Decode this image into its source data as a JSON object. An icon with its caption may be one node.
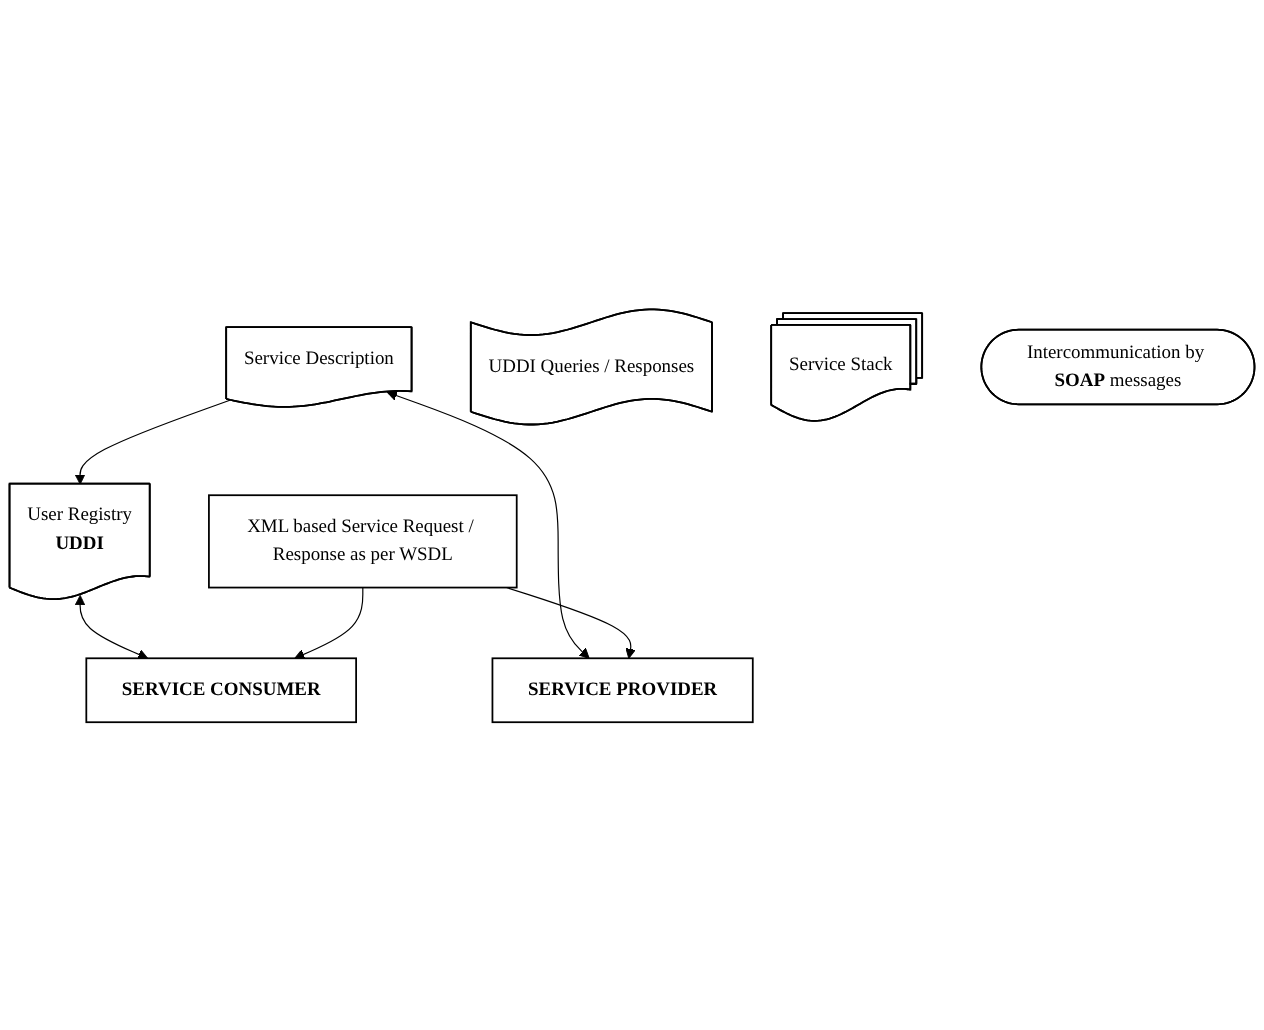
{
  "diagram": {
    "nodes": [
      {
        "text": [
          "Service Description"
        ]
      },
      {
        "text": [
          "User Registry",
          "UDDI"
        ]
      },
      {
        "text": [
          "UDDI Queries / Responses"
        ]
      },
      {
        "text": [
          "SERVICE PROVIDER"
        ]
      },
      {
        "text": [
          "Service Stack"
        ]
      },
      {
        "text": [
          "Intercommunication by **SOAP** messages"
        ]
      },
      {
        "text": [
          "SERVICE CONSUMER"
        ]
      },
      {
        "text": [
          "XML based Service Request / Response as per WSDL"
        ]
      }
    ],
    "edges": [
      {
        "from": 0,
        "to": 1,
        "arrow": "to"
      },
      {
        "from": 0,
        "to": 3,
        "arrow": "both"
      },
      {
        "from": 1,
        "to": 6,
        "arrow": "both"
      },
      {
        "from": 7,
        "to": 3,
        "arrow": "to"
      },
      {
        "from": 7,
        "to": 6,
        "arrow": "to"
      }
    ]
  }
}
